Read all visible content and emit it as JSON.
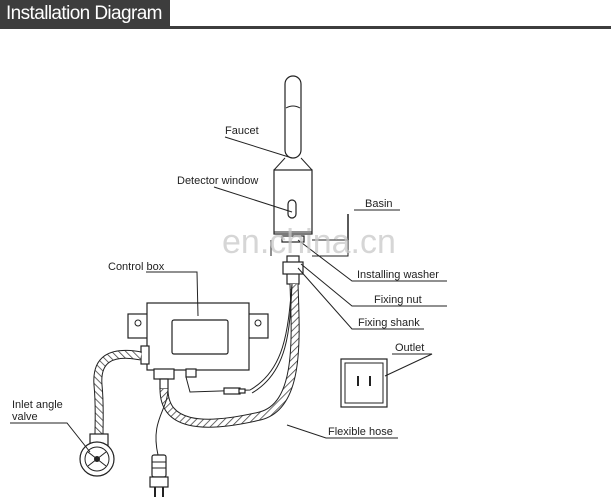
{
  "header": {
    "title": "Installation Diagram"
  },
  "watermark": "en.china.cn",
  "labels": {
    "faucet": "Faucet",
    "detector_window": "Detector window",
    "basin": "Basin",
    "control_box": "Control box",
    "installing_washer": "Installing washer",
    "fixing_nut": "Fixing nut",
    "fixing_shank": "Fixing shank",
    "outlet": "Outlet",
    "inlet_angle_valve_1": "Inlet angle",
    "inlet_angle_valve_2": "valve",
    "flexible_hose": "Flexible hose"
  }
}
